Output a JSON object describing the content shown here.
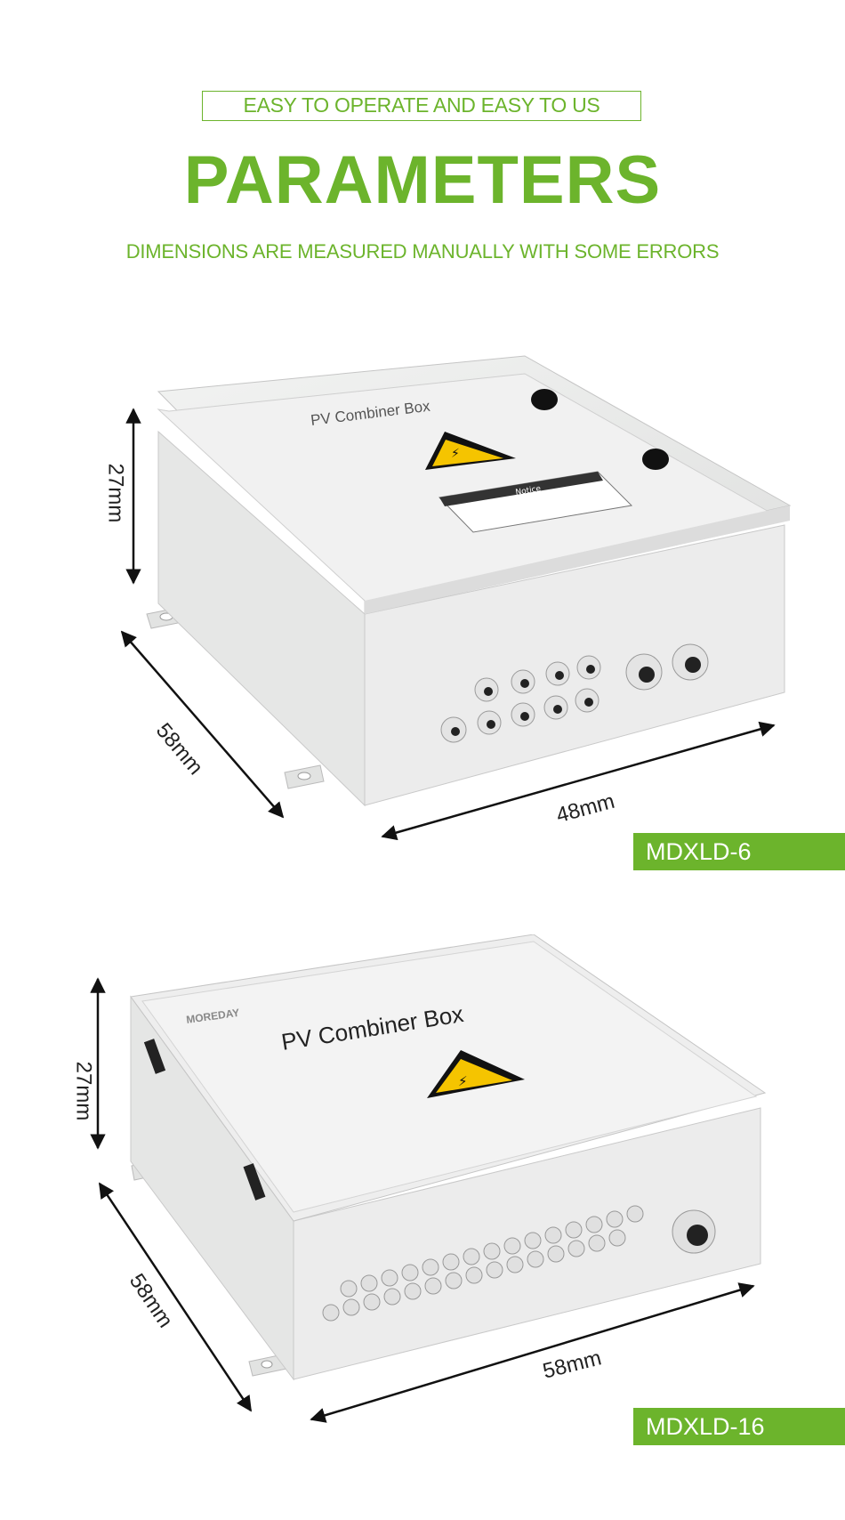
{
  "header": {
    "tagline": "EASY TO OPERATE AND EASY TO US",
    "title": "PARAMETERS",
    "subtitle": "DIMENSIONS ARE MEASURED MANUALLY WITH SOME ERRORS"
  },
  "products": [
    {
      "model": "MDXLD-6",
      "box_label": "PV Combiner Box",
      "notice_title": "Notice",
      "dimensions": {
        "height": "27mm",
        "depth": "58mm",
        "width": "48mm"
      }
    },
    {
      "model": "MDXLD-16",
      "brand": "MOREDAY",
      "box_label": "PV Combiner Box",
      "dimensions": {
        "height": "27mm",
        "depth": "58mm",
        "width": "58mm"
      }
    }
  ],
  "colors": {
    "accent": "#6cb42c",
    "warning_yellow": "#f5c400"
  }
}
